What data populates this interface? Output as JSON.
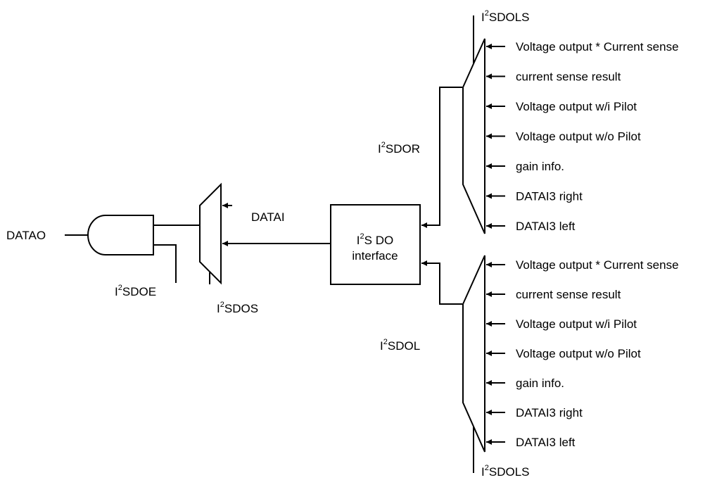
{
  "signals": {
    "datao": "DATAO",
    "datai": "DATAI",
    "i2sdoe": {
      "base": "I",
      "sup": "2",
      "rest": "SDOE"
    },
    "i2sdos": {
      "base": "I",
      "sup": "2",
      "rest": "SDOS"
    },
    "i2sdor": {
      "base": "I",
      "sup": "2",
      "rest": "SDOR"
    },
    "i2sdol": {
      "base": "I",
      "sup": "2",
      "rest": "SDOL"
    },
    "i2sdols_top": {
      "base": "I",
      "sup": "2",
      "rest": "SDOLS"
    },
    "i2sdols_bottom": {
      "base": "I",
      "sup": "2",
      "rest": "SDOLS"
    }
  },
  "interface_block": {
    "line1": {
      "base": "I",
      "sup": "2",
      "rest": "S DO"
    },
    "line2": "interface"
  },
  "right_mux_inputs": [
    "Voltage output * Current sense",
    "current sense result",
    "Voltage output w/i Pilot",
    "Voltage output w/o Pilot",
    "gain info.",
    "DATAI3 right",
    "DATAI3 left"
  ],
  "left_mux_inputs": [
    "Voltage output * Current sense",
    "current sense result",
    "Voltage output w/i Pilot",
    "Voltage output w/o Pilot",
    "gain info.",
    "DATAI3 right",
    "DATAI3 left"
  ]
}
